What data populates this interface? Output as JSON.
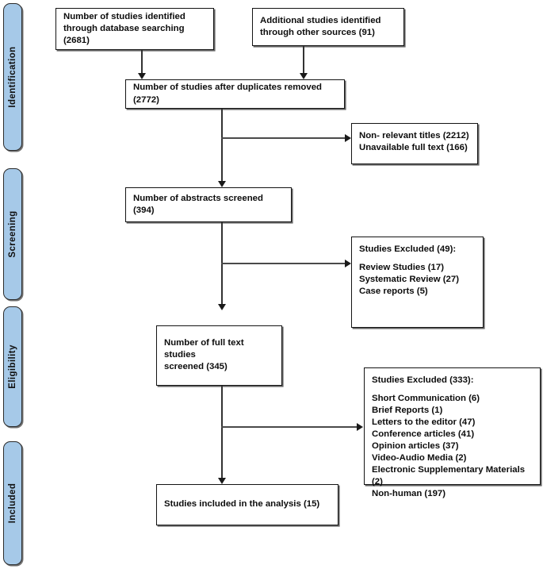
{
  "diagram": {
    "title": "PRISMA study selection flow diagram",
    "accent_color": "#a6c9e8",
    "border_color": "#141414"
  },
  "stages": [
    {
      "id": "identification",
      "label": "Identification"
    },
    {
      "id": "screening",
      "label": "Screening"
    },
    {
      "id": "eligibility",
      "label": "Eligibility"
    },
    {
      "id": "included",
      "label": "Included"
    }
  ],
  "boxes": {
    "database_search": {
      "line1": "Number of studies identified",
      "line2": "through database searching (2681)",
      "count": 2681
    },
    "other_sources": {
      "line1": "Additional studies identified",
      "line2": "through other sources (91)",
      "count": 91
    },
    "duplicates_removed": {
      "line1": "Number of studies after duplicates removed (2772)",
      "count": 2772
    },
    "abstracts_screened": {
      "line1": "Number of abstracts screened (394)",
      "count": 394
    },
    "full_text_screened": {
      "line1": "Number of full text studies",
      "line2": "screened (345)",
      "count": 345
    },
    "included_analysis": {
      "line1": "Studies included in the analysis (15)",
      "count": 15
    }
  },
  "exclusions": {
    "screening_titles": {
      "line1": "Non- relevant titles (2212)",
      "line2": "Unavailable full text (166)"
    },
    "excluded_49": {
      "heading": "Studies Excluded (49):",
      "items": [
        "Review Studies (17)",
        "Systematic Review (27)",
        "Case reports (5)"
      ]
    },
    "excluded_333": {
      "heading": "Studies Excluded (333):",
      "items": [
        "Short Communication (6)",
        "Brief Reports (1)",
        "Letters to the editor (47)",
        "Conference articles (41)",
        "Opinion articles (37)",
        "Video-Audio Media (2)",
        "Electronic Supplementary Materials (2)",
        "Non-human (197)"
      ]
    }
  }
}
